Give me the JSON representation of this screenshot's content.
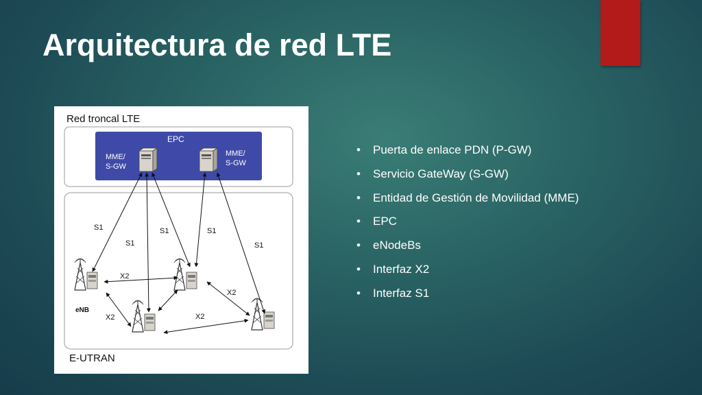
{
  "slide": {
    "title": "Arquitectura de red LTE",
    "accent_color": "#b31b1b"
  },
  "diagram": {
    "core_label": "Red troncal LTE",
    "epc_label": "EPC",
    "mme_left_line1": "MME/",
    "mme_left_line2": "S-GW",
    "mme_right_line1": "MME/",
    "mme_right_line2": "S-GW",
    "s1_labels": [
      "S1",
      "S1",
      "S1",
      "S1",
      "S1"
    ],
    "x2_labels": [
      "X2",
      "X2",
      "X2",
      "X2"
    ],
    "enb_label": "eNB",
    "eutran_label": "E-UTRAN",
    "epc_color": "#3f4aa8"
  },
  "bullets": [
    "Puerta de enlace PDN (P-GW)",
    "Servicio GateWay (S-GW)",
    "Entidad de Gestión de Movilidad (MME)",
    "EPC",
    "eNodeBs",
    "Interfaz X2",
    "Interfaz S1"
  ]
}
